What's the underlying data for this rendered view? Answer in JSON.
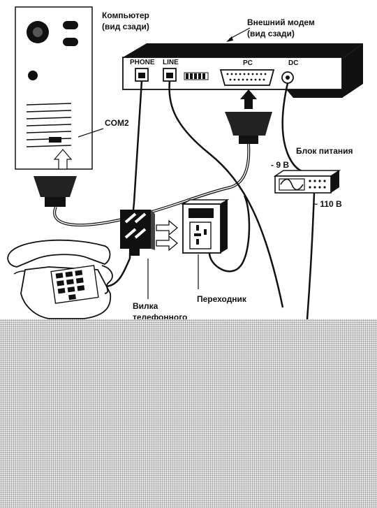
{
  "labels": {
    "computer": [
      "Компьютер",
      "(вид сзади)"
    ],
    "modem": [
      "Внешний модем",
      "(вид сзади)"
    ],
    "com2": "COM2",
    "phone_port": "PHONE",
    "line_port": "LINE",
    "pc_port": "PC",
    "dc_port": "DC",
    "power_supply": "Блок питания",
    "voltage_dc": "- 9 В",
    "voltage_ac": "~ 110 В",
    "adapter": "Переходник",
    "plug": [
      "Вилка",
      "телефонного"
    ]
  },
  "colors": {
    "ink": "#111111",
    "paper": "#ffffff",
    "dot_overlay": "#e6e6e6"
  }
}
